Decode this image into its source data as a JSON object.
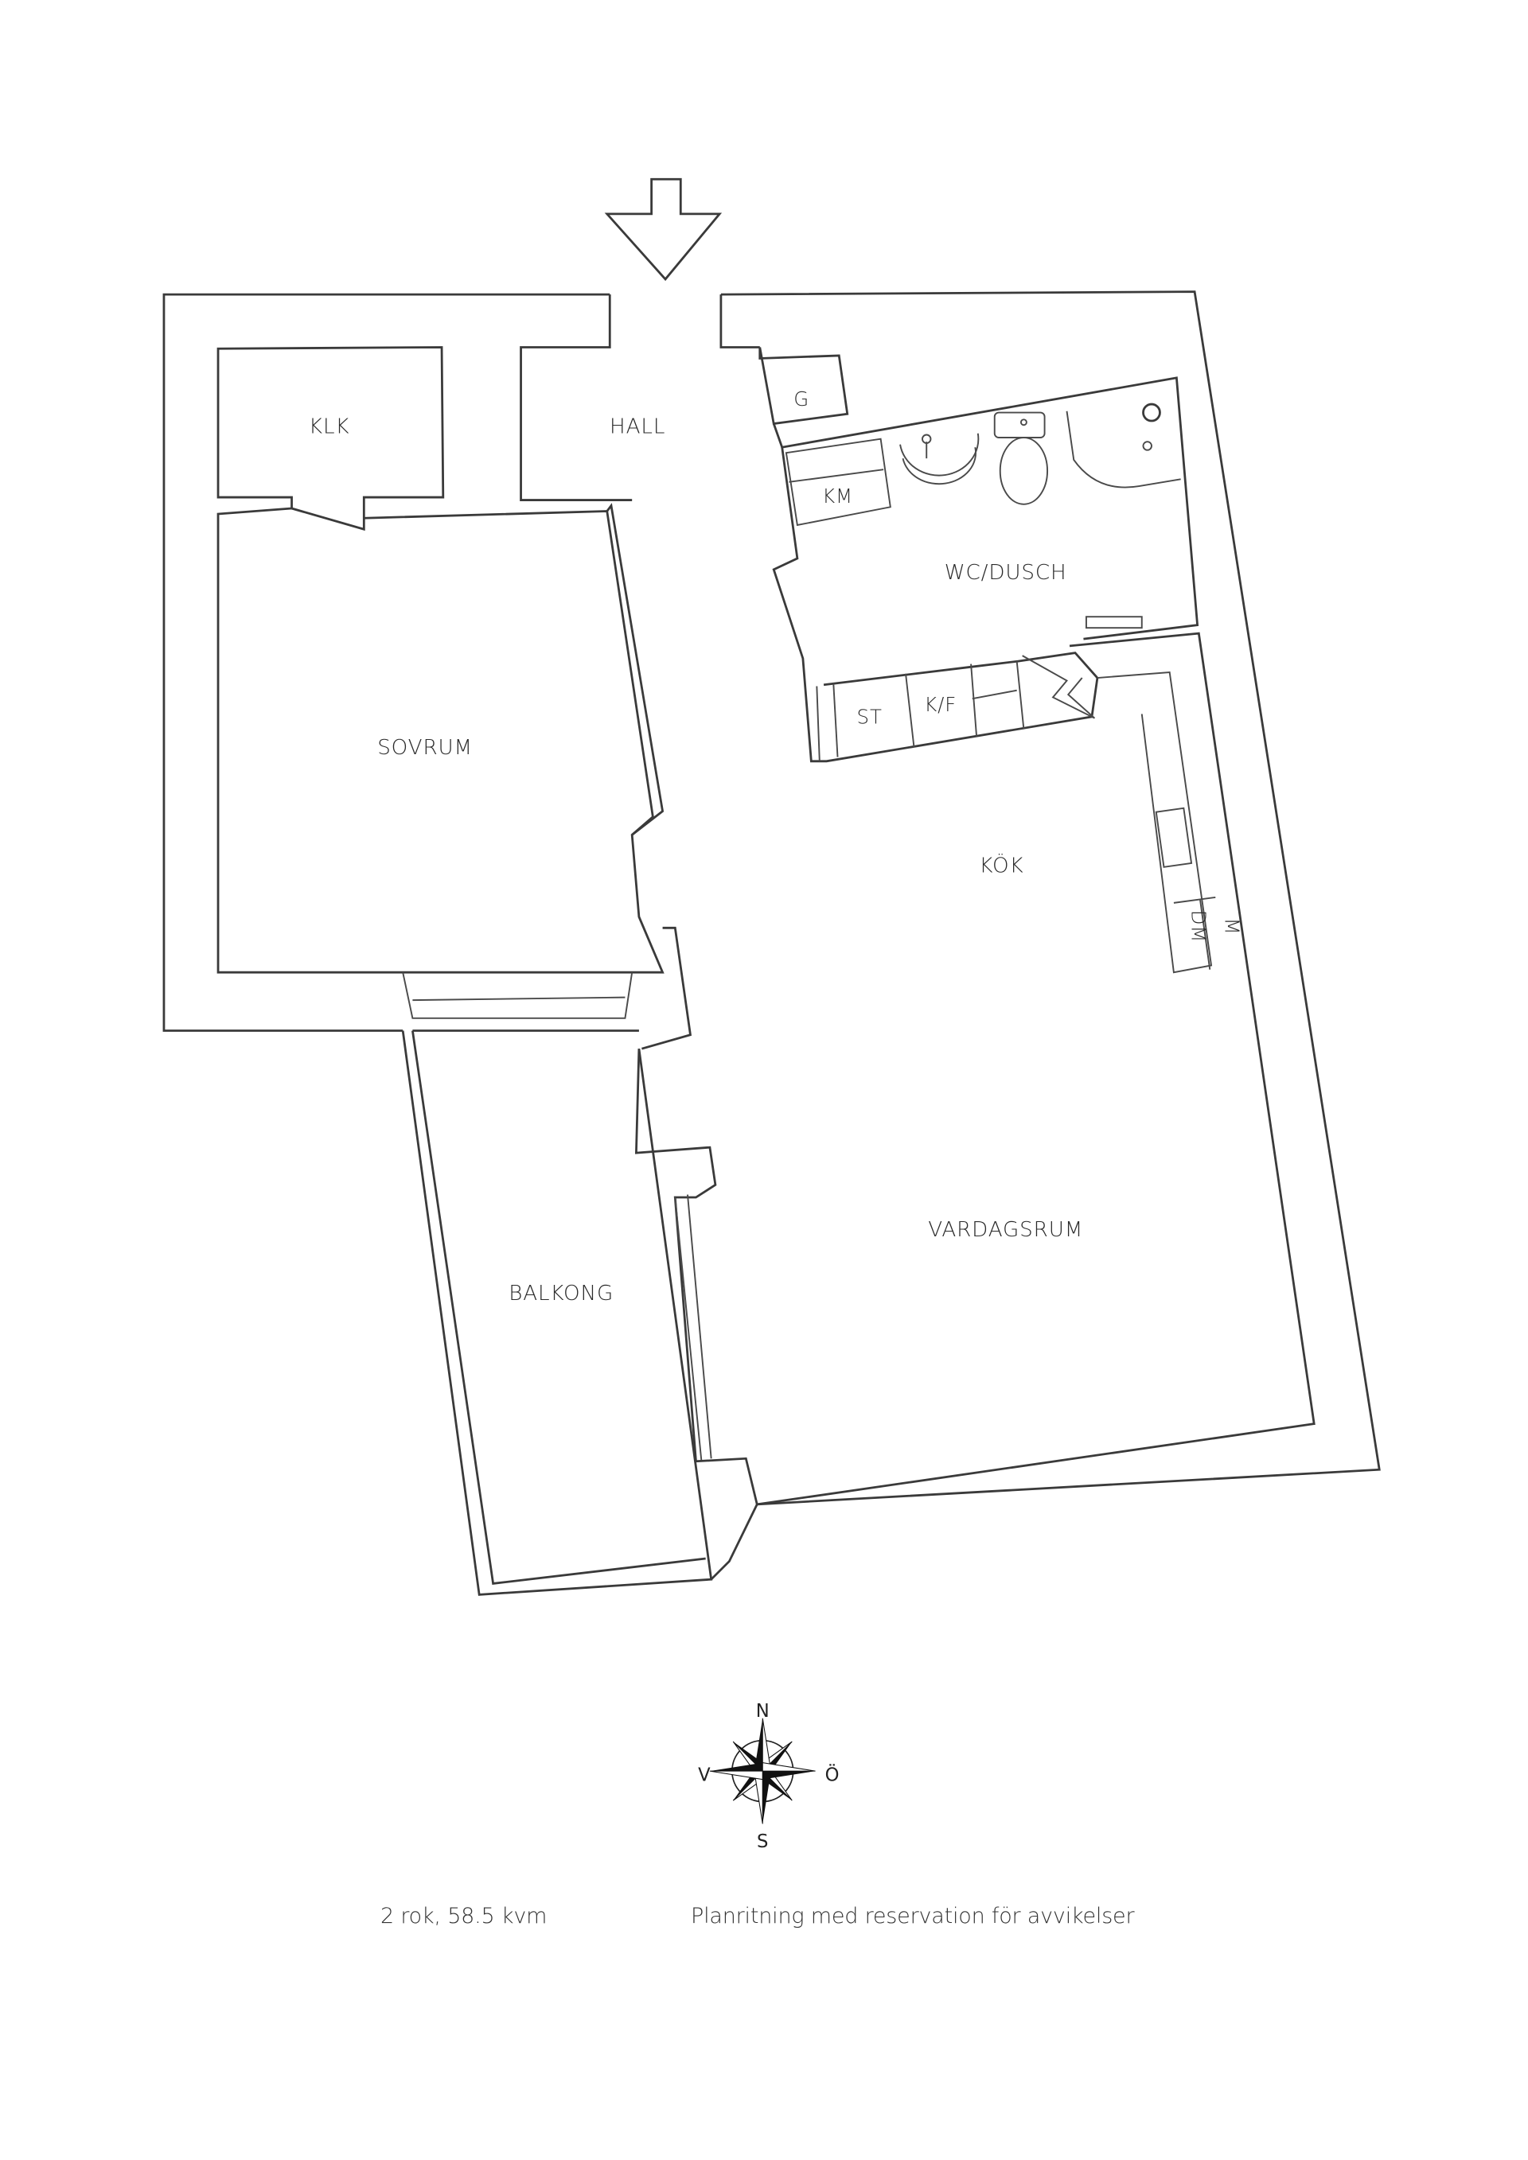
{
  "plan": {
    "entrance": "entrance-arrow",
    "rooms": {
      "klk": "KLK",
      "hall": "HALL",
      "g": "G",
      "km": "KM",
      "wc_dusch": "WC/DUSCH",
      "sovrum": "SOVRUM",
      "st": "ST",
      "kf": "K/F",
      "kok": "KÖK",
      "dm": "DM",
      "m": "M",
      "vardagsrum": "VARDAGSRUM",
      "balkong": "BALKONG"
    }
  },
  "compass": {
    "north": "N",
    "south": "S",
    "west": "V",
    "east": "Ö"
  },
  "footer": {
    "summary": "2 rok, 58.5 kvm",
    "disclaimer": "Planritning med reservation för avvikelser"
  }
}
